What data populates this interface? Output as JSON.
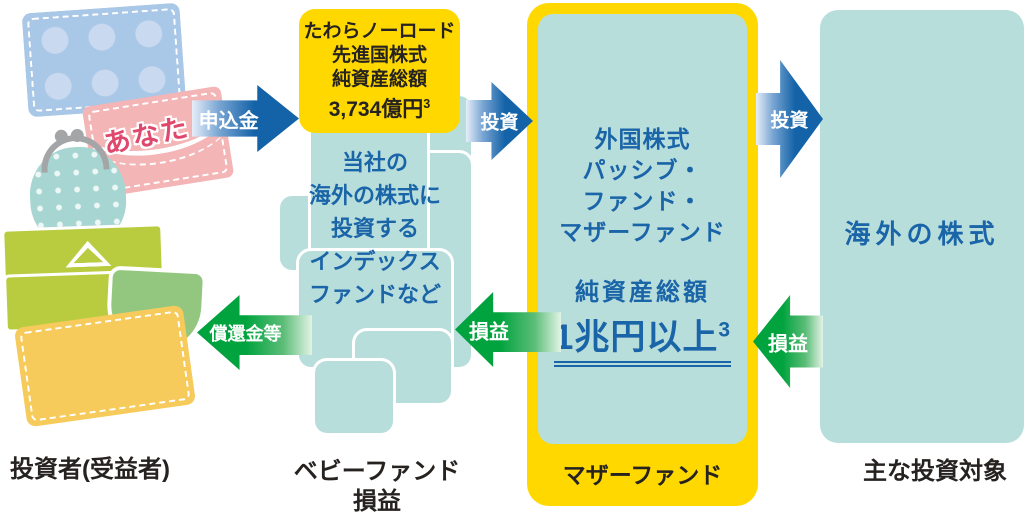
{
  "investor": {
    "caption": "投資者(受益者)",
    "wallet_tag": "あなた"
  },
  "baby_fund": {
    "fund_box": {
      "line1": "たわらノーロード",
      "line2": "先進国株式",
      "line3": "純資産総額",
      "value": "3,734億円",
      "value_sup": "3"
    },
    "description": {
      "line1": "当社の",
      "line2": "海外の株式に",
      "line3": "投資する",
      "line4": "インデックス",
      "line5": "ファンドなど"
    },
    "caption_line1": "ベビーファンド",
    "caption_line2": "損益"
  },
  "mother_fund": {
    "name": {
      "line1": "外国株式",
      "line2": "パッシブ・",
      "line3": "ファンド・",
      "line4": "マザーファンド"
    },
    "aum_label": "純資産総額",
    "aum_value": "1兆円以上",
    "aum_sup": "3",
    "caption": "マザーファンド"
  },
  "target": {
    "box_label": "海外の株式",
    "caption": "主な投資対象"
  },
  "arrows": {
    "application": "申込金",
    "invest_baby_to_mother": "投資",
    "invest_mother_to_target": "投資",
    "pl_target_to_mother": "損益",
    "pl_mother_to_baby": "損益",
    "redemption": "償還金等"
  },
  "colors": {
    "highlight_yellow": "#ffd800",
    "box_teal": "#b8dedc",
    "arrow_blue": "#1463a8",
    "arrow_green": "#00a33e",
    "text_blue": "#1a64a8",
    "text_black": "#262220"
  }
}
